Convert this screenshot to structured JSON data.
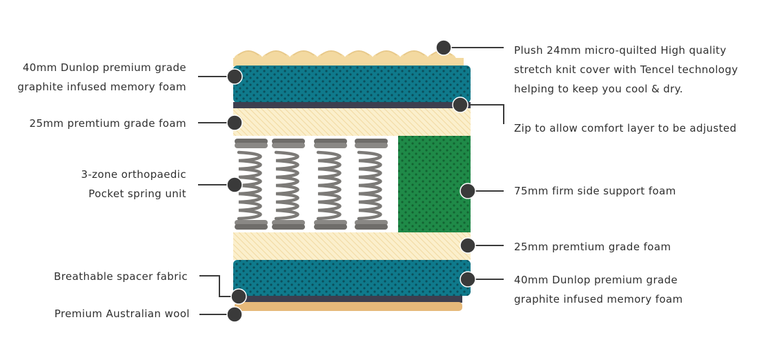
{
  "labels": {
    "left": [
      {
        "lines": [
          "40mm Dunlop premium grade",
          "graphite infused memory foam"
        ]
      },
      {
        "lines": [
          "25mm premtium grade foam"
        ]
      },
      {
        "lines": [
          "3-zone orthopaedic",
          "Pocket spring unit"
        ]
      },
      {
        "lines": [
          "Breathable spacer fabric"
        ]
      },
      {
        "lines": [
          "Premium Australian wool"
        ]
      }
    ],
    "right": [
      {
        "lines": [
          "Plush 24mm micro-quilted High quality",
          "stretch knit cover with Tencel technology",
          "helping to keep you cool & dry."
        ]
      },
      {
        "lines": [
          "Zip to allow comfort layer to be adjusted"
        ]
      },
      {
        "lines": [
          "75mm firm side support foam"
        ]
      },
      {
        "lines": [
          "25mm premtium grade foam"
        ]
      },
      {
        "lines": [
          "40mm Dunlop premium grade",
          "graphite infused memory foam"
        ]
      }
    ]
  },
  "colors": {
    "teal": "#0f7a8c",
    "teal_dots": "#0a4f5c",
    "cream": "#fbefcc",
    "cream_hatch": "#f1d9a0",
    "quilt": "#f3d9a0",
    "green": "#1f8a48",
    "green_dots": "#136432",
    "zip_band": "#3d3f4f",
    "wool": "#e6b97a",
    "spring": "#7c7a77",
    "marker": "#3a3a3a",
    "text": "#2f2f2f"
  }
}
